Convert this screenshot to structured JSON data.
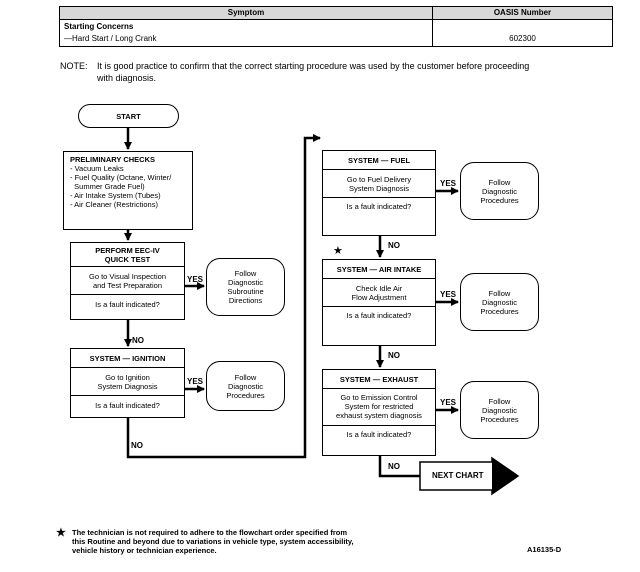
{
  "table": {
    "header_symptom": "Symptom",
    "header_oasis": "OASIS Number",
    "category": "Starting Concerns",
    "item": "—Hard Start / Long Crank",
    "oasis_number": "602300"
  },
  "note": {
    "label": "NOTE:",
    "text": "It is good practice to confirm that the correct starting procedure was used by the customer before proceeding with diagnosis."
  },
  "flow": {
    "start": "START",
    "prelim_title": "PRELIMINARY CHECKS",
    "prelim_items": [
      "- Vacuum Leaks",
      "- Fuel Quality (Octane, Winter/",
      "  Summer Grade Fuel)",
      "- Air Intake System (Tubes)",
      "- Air Cleaner (Restrictions)"
    ],
    "eec_title_1": "PERFORM EEC-IV",
    "eec_title_2": "QUICK TEST",
    "eec_action_1": "Go to Visual Inspection",
    "eec_action_2": "and Test Preparation",
    "question": "Is a fault indicated?",
    "follow_subroutine": [
      "Follow",
      "Diagnostic",
      "Subroutine",
      "Directions"
    ],
    "follow_procedures": [
      "Follow",
      "Diagnostic",
      "Procedures"
    ],
    "ignition_title": "SYSTEM — IGNITION",
    "ignition_action": [
      "Go to Ignition",
      "System Diagnosis"
    ],
    "fuel_title": "SYSTEM — FUEL",
    "fuel_action": [
      "Go to Fuel Delivery",
      "System Diagnosis"
    ],
    "air_title": "SYSTEM — AIR INTAKE",
    "air_action": [
      "Check Idle Air",
      "Flow Adjustment"
    ],
    "exhaust_title": "SYSTEM — EXHAUST",
    "exhaust_action": [
      "Go to Emission Control",
      "System for restricted",
      "exhaust system diagnosis"
    ],
    "yes": "YES",
    "no": "NO",
    "next_chart": "NEXT CHART",
    "star": "★"
  },
  "footnote": {
    "lines": [
      "The technician is not required to adhere to the flowchart order specified from",
      "this Routine and beyond due to variations in vehicle type, system accessibility,",
      "vehicle history or technician experience."
    ],
    "code": "A16135-D"
  }
}
